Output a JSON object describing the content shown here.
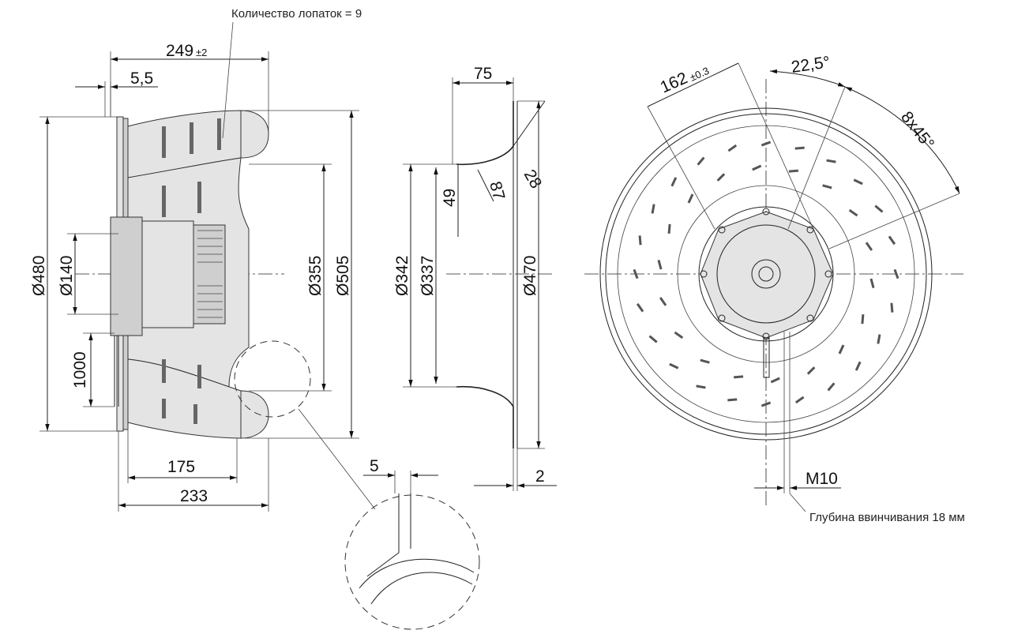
{
  "notes": {
    "blade_count": "Количество лопаток = 9",
    "screw_depth": "Глубина ввинчивания 18 мм"
  },
  "dimensions": {
    "overall_depth": "249",
    "overall_depth_tol": "±2",
    "flange_thickness": "5,5",
    "dia_480": "Ø480",
    "dia_140": "Ø140",
    "cable_1000": "1000",
    "dia_355": "Ø355",
    "dia_505": "Ø505",
    "d175": "175",
    "d233": "233",
    "d5": "5",
    "d75": "75",
    "d28": "28",
    "d49": "49",
    "d87": "87",
    "dia_342": "Ø342",
    "dia_337": "Ø337",
    "dia_470": "Ø470",
    "d2": "2",
    "pcd_162": "162",
    "pcd_162_tol": "±0.3",
    "angle_22": "22,5°",
    "angle_8x45": "8x45°",
    "thread_m10": "M10"
  }
}
